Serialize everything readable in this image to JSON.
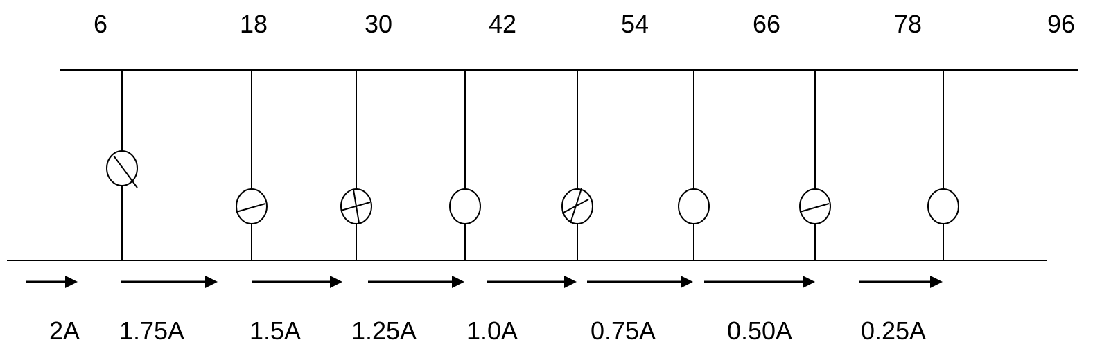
{
  "diagram": {
    "top_labels": [
      "6",
      "18",
      "30",
      "42",
      "54",
      "66",
      "78",
      "96"
    ],
    "branches": [
      {
        "mark": "diagonal-down"
      },
      {
        "mark": "slash-low"
      },
      {
        "mark": "cross"
      },
      {
        "mark": "none"
      },
      {
        "mark": "diagonal-up"
      },
      {
        "mark": "none"
      },
      {
        "mark": "slash-low"
      },
      {
        "mark": "none"
      }
    ],
    "current_labels": [
      "2A",
      "1.75A",
      "1.5A",
      "1.25A",
      "1.0A",
      "0.75A",
      "0.50A",
      "0.25A"
    ],
    "arrow_count": 8,
    "colors": {
      "stroke": "#000000",
      "background": "#ffffff"
    },
    "icons": {
      "element": "circle-element-icon",
      "arrow": "right-arrow-icon"
    }
  }
}
